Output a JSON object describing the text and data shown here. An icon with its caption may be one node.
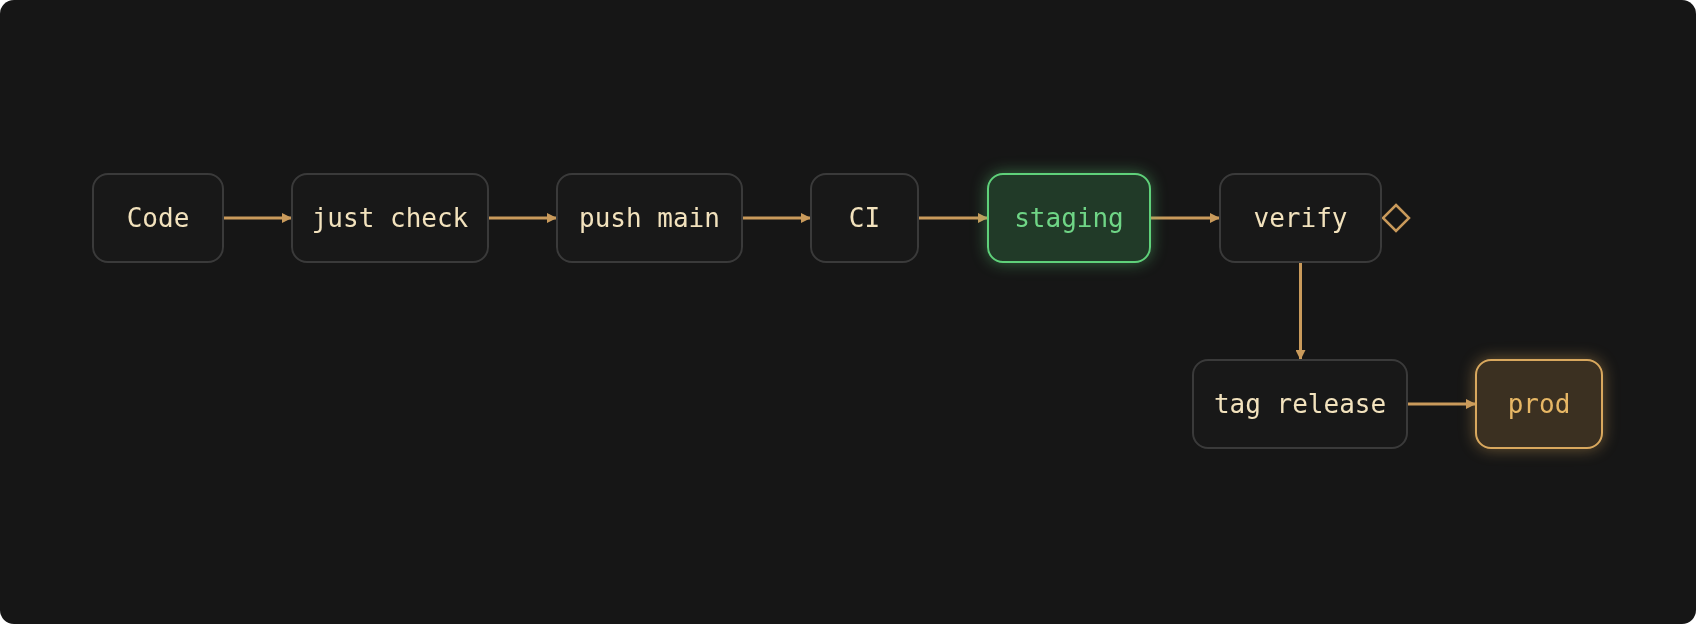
{
  "diagram": {
    "nodes": [
      {
        "text": [
          "Code"
        ]
      },
      {
        "text": [
          "just check"
        ]
      },
      {
        "text": [
          "push main"
        ]
      },
      {
        "text": [
          "CI"
        ]
      },
      {
        "text": [
          "staging"
        ]
      },
      {
        "text": [
          "verify"
        ]
      },
      {
        "text": [
          "tag release"
        ]
      },
      {
        "text": [
          "prod"
        ]
      }
    ],
    "edges": [
      {
        "from": 0,
        "to": 1,
        "arrow": "to"
      },
      {
        "from": 1,
        "to": 2,
        "arrow": "to"
      },
      {
        "from": 2,
        "to": 3,
        "arrow": "to"
      },
      {
        "from": 3,
        "to": 4,
        "arrow": "to"
      },
      {
        "from": 4,
        "to": 5,
        "arrow": "to"
      },
      {
        "from": 5,
        "to": 6,
        "arrow": "to"
      },
      {
        "from": 6,
        "to": 7,
        "arrow": "to"
      }
    ]
  }
}
